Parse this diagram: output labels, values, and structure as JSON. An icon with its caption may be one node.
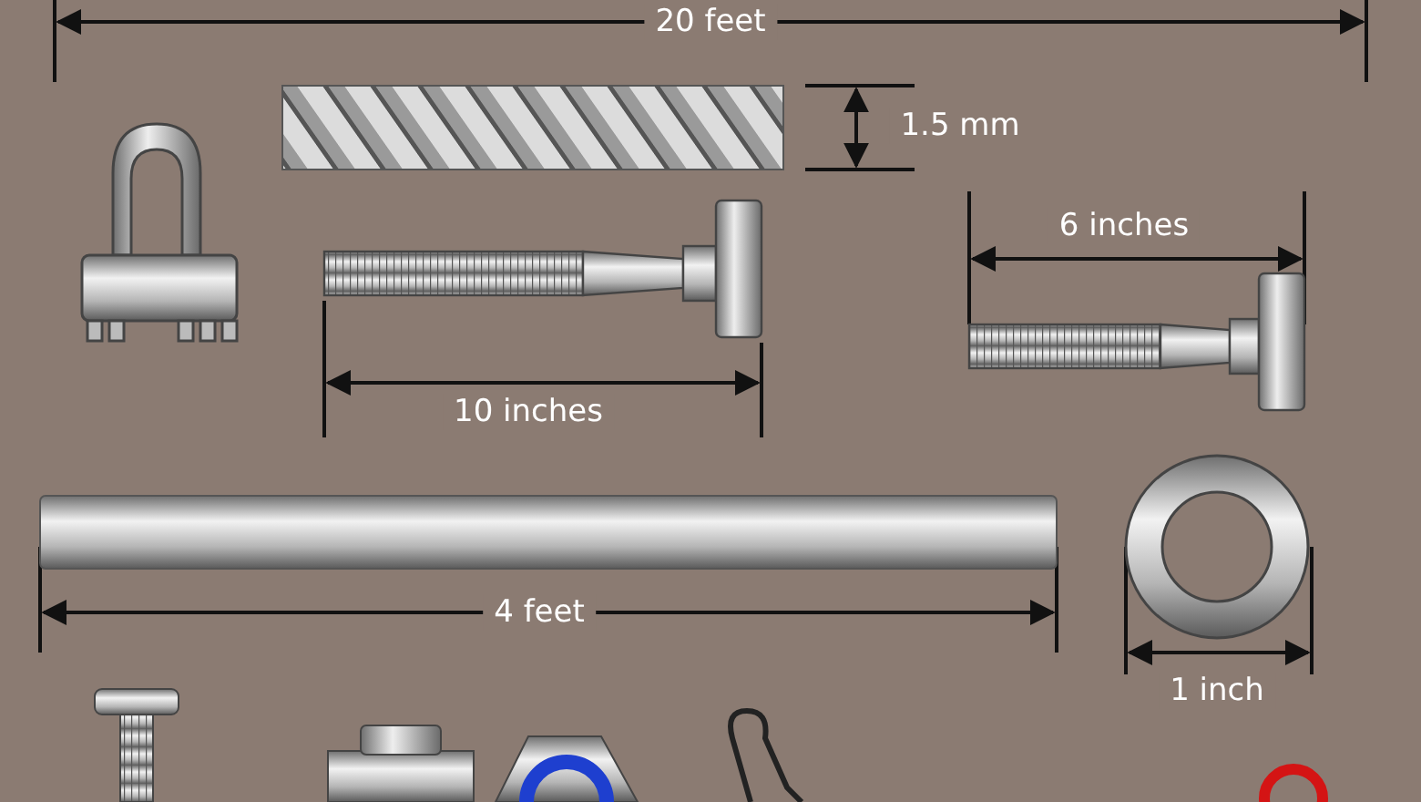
{
  "diagram": {
    "labels": [
      "20 feet",
      "1.5 mm",
      "6 inches",
      "10 inches",
      "4 feet",
      "1 inch"
    ]
  }
}
